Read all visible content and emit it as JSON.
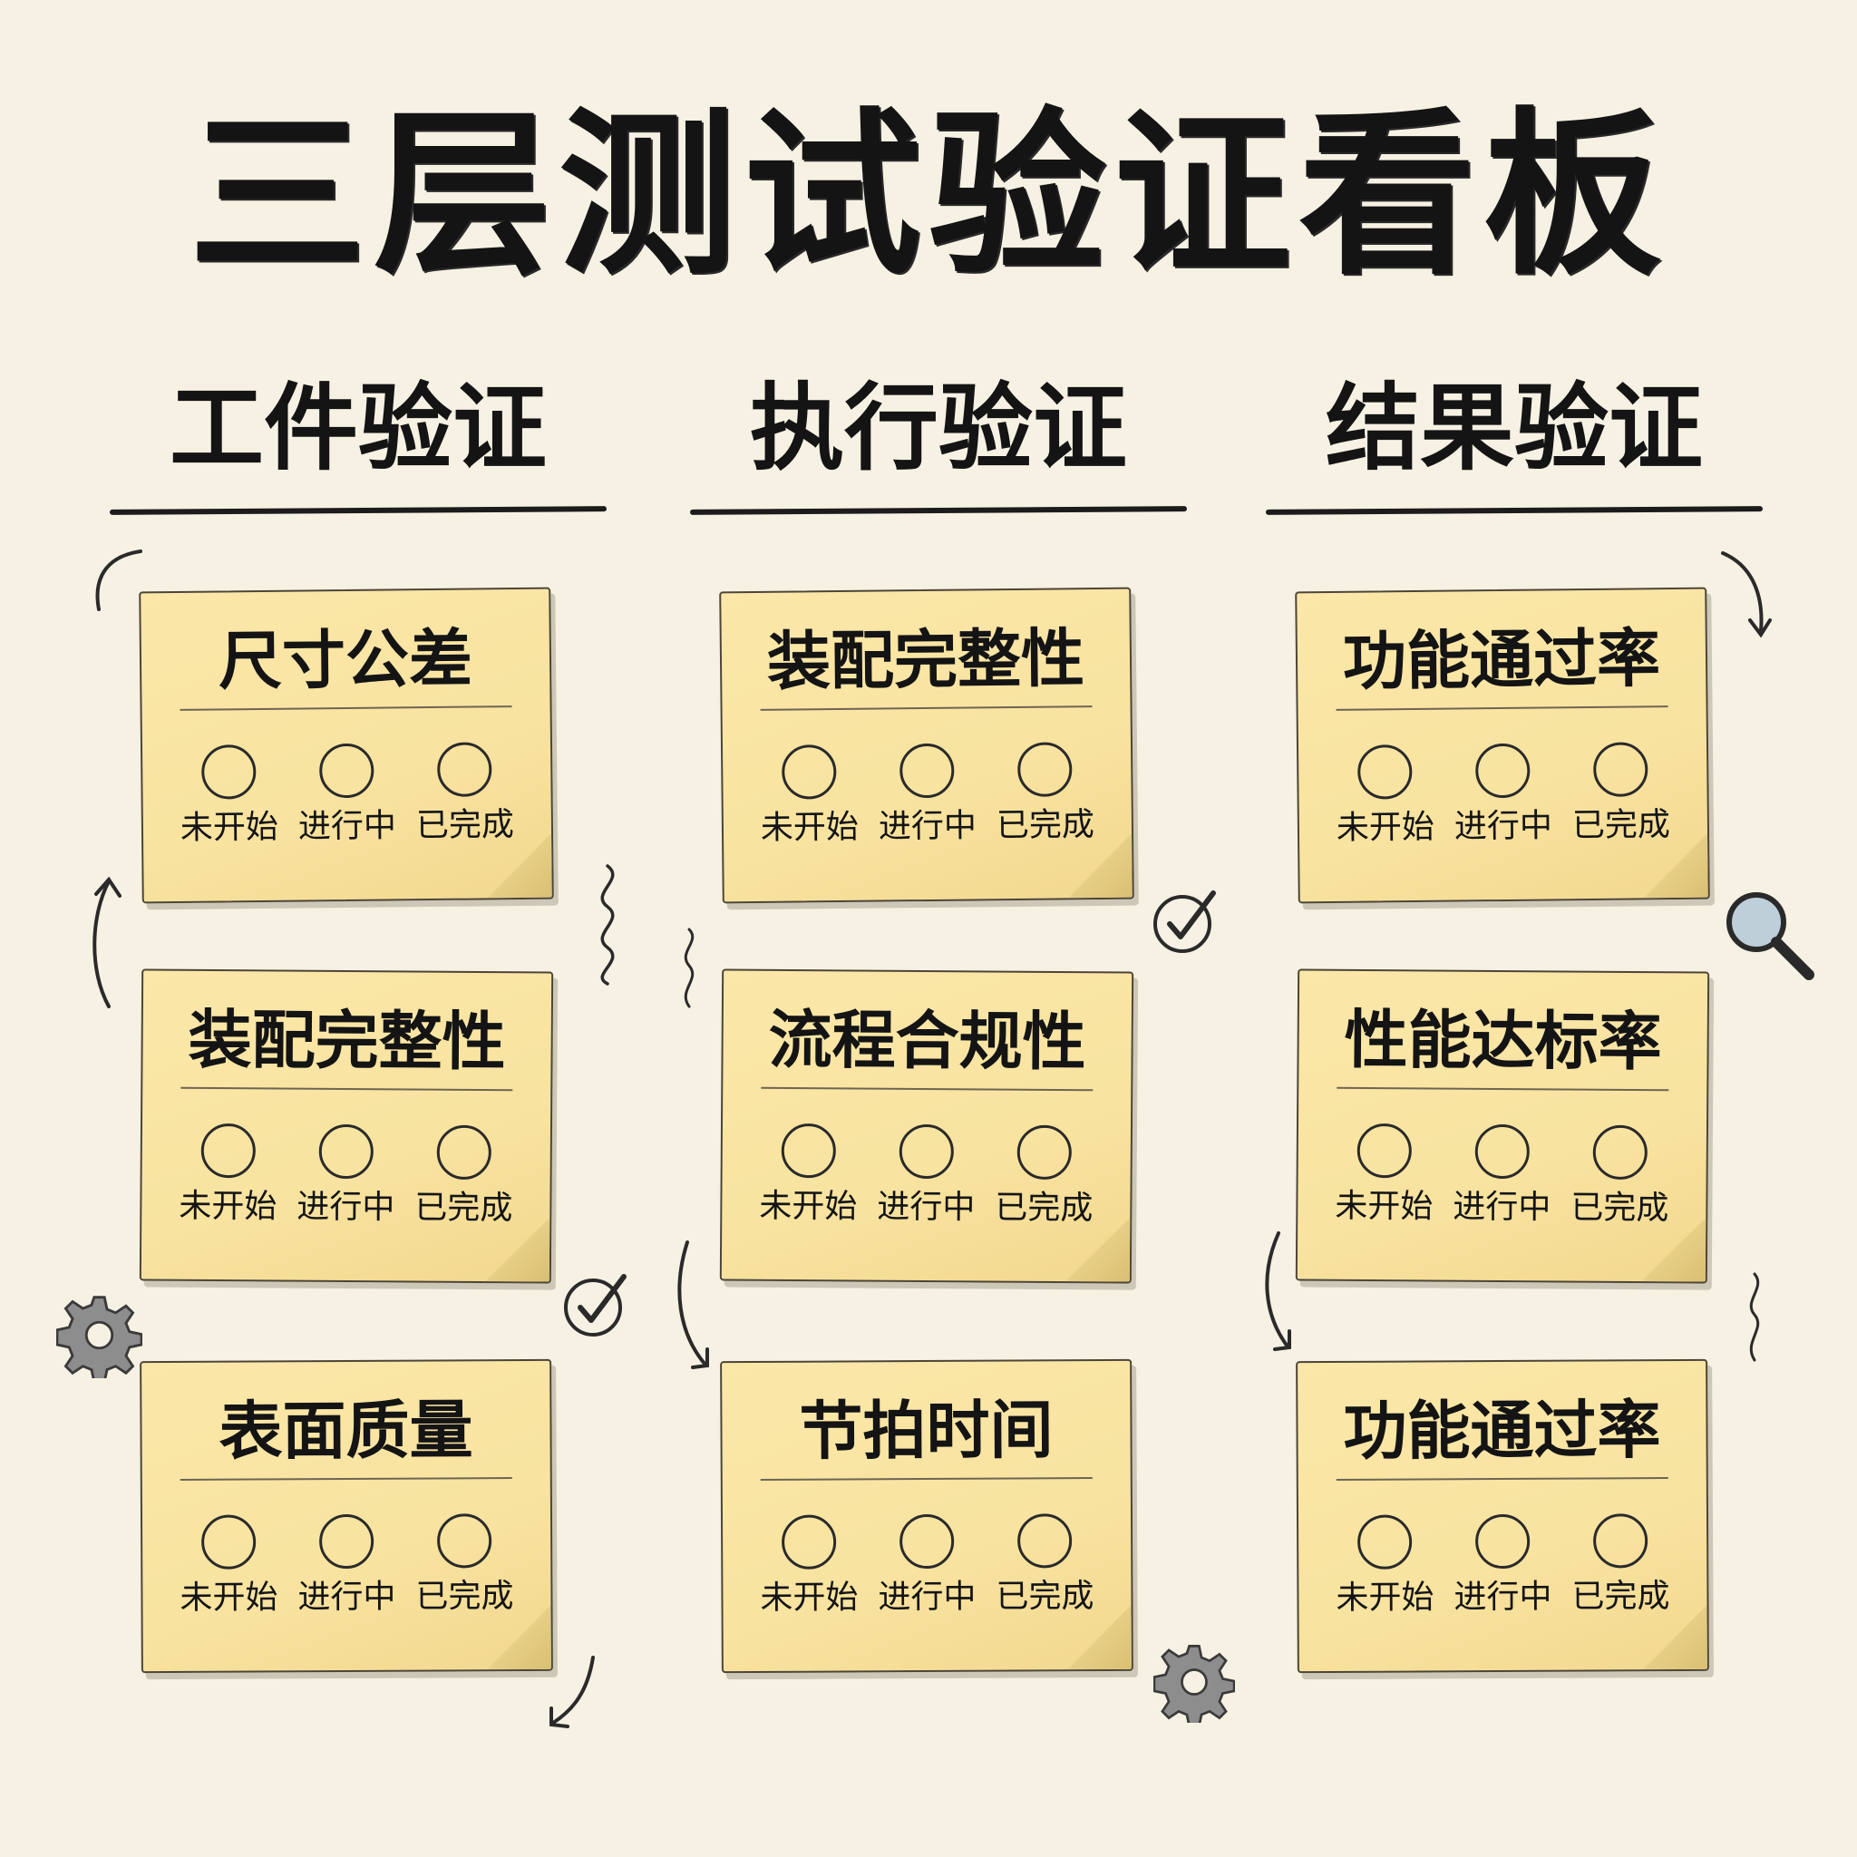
{
  "board": {
    "title": "三层测试验证看板"
  },
  "columns": [
    {
      "title": "工件验证",
      "cards": [
        {
          "title": "尺寸公差",
          "statuses": [
            "未开始",
            "进行中",
            "已完成"
          ]
        },
        {
          "title": "装配完整性",
          "statuses": [
            "未开始",
            "进行中",
            "已完成"
          ]
        },
        {
          "title": "表面质量",
          "statuses": [
            "未开始",
            "进行中",
            "已完成"
          ]
        }
      ]
    },
    {
      "title": "执行验证",
      "cards": [
        {
          "title": "装配完整性",
          "statuses": [
            "未开始",
            "进行中",
            "已完成"
          ]
        },
        {
          "title": "流程合规性",
          "statuses": [
            "未开始",
            "进行中",
            "已完成"
          ]
        },
        {
          "title": "节拍时间",
          "statuses": [
            "未开始",
            "进行中",
            "已完成"
          ]
        }
      ]
    },
    {
      "title": "结果验证",
      "cards": [
        {
          "title": "功能通过率",
          "statuses": [
            "未开始",
            "进行中",
            "已完成"
          ]
        },
        {
          "title": "性能达标率",
          "statuses": [
            "未开始",
            "进行中",
            "已完成"
          ]
        },
        {
          "title": "功能通过率",
          "statuses": [
            "未开始",
            "进行中",
            "已完成"
          ]
        }
      ]
    }
  ],
  "decorations": {
    "icons": [
      "gear-icon",
      "check-icon",
      "magnifier-icon",
      "arrow-icon",
      "squiggle-icon"
    ],
    "colors": {
      "card": "#f8e3a0",
      "ink": "#141414",
      "paper": "#f6f1e3",
      "lens": "#8fb3d4"
    }
  }
}
